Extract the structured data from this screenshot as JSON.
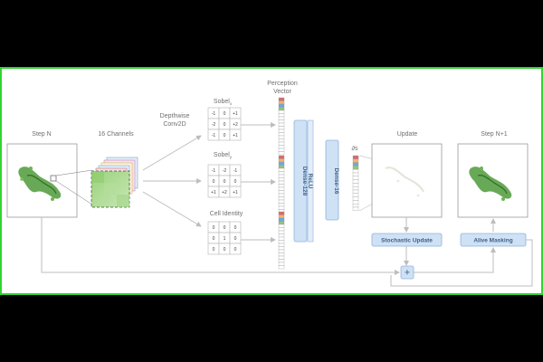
{
  "labels": {
    "step_n": "Step N",
    "channels": "16 Channels",
    "depthwise": [
      "Depthwise",
      "Conv2D"
    ],
    "sobel_x_base": "Sobel",
    "sobel_x_sub": "x",
    "sobel_y_base": "Sobel",
    "sobel_y_sub": "y",
    "cell_identity": "Cell Identity",
    "perception_vector": [
      "Perception",
      "Vector"
    ],
    "dense128": "Dense-128",
    "relu": "ReLU",
    "dense16": "Dense-16",
    "ds": "∂s",
    "update": "Update",
    "step_n1": "Step N+1",
    "stochastic_update": "Stochastic Update",
    "alive_masking": "Alive Masking",
    "plus": "+"
  },
  "kernels": {
    "sobel_x": [
      [
        "-1",
        "0",
        "+1"
      ],
      [
        "-2",
        "0",
        "+2"
      ],
      [
        "-1",
        "0",
        "+1"
      ]
    ],
    "sobel_y": [
      [
        "-1",
        "-2",
        "-1"
      ],
      [
        "0",
        "0",
        "0"
      ],
      [
        "+1",
        "+2",
        "+1"
      ]
    ],
    "identity": [
      [
        "0",
        "0",
        "0"
      ],
      [
        "0",
        "1",
        "0"
      ],
      [
        "0",
        "0",
        "0"
      ]
    ]
  },
  "colors": {
    "frame": "#2fd42f",
    "layer_fill": "#cfe1f5",
    "layer_stroke": "#8fb3d9",
    "layer_text": "#3b5f86",
    "lizard": "#4e9a3a"
  },
  "icons": {
    "lizard": "lizard-icon",
    "add": "plus-icon"
  }
}
